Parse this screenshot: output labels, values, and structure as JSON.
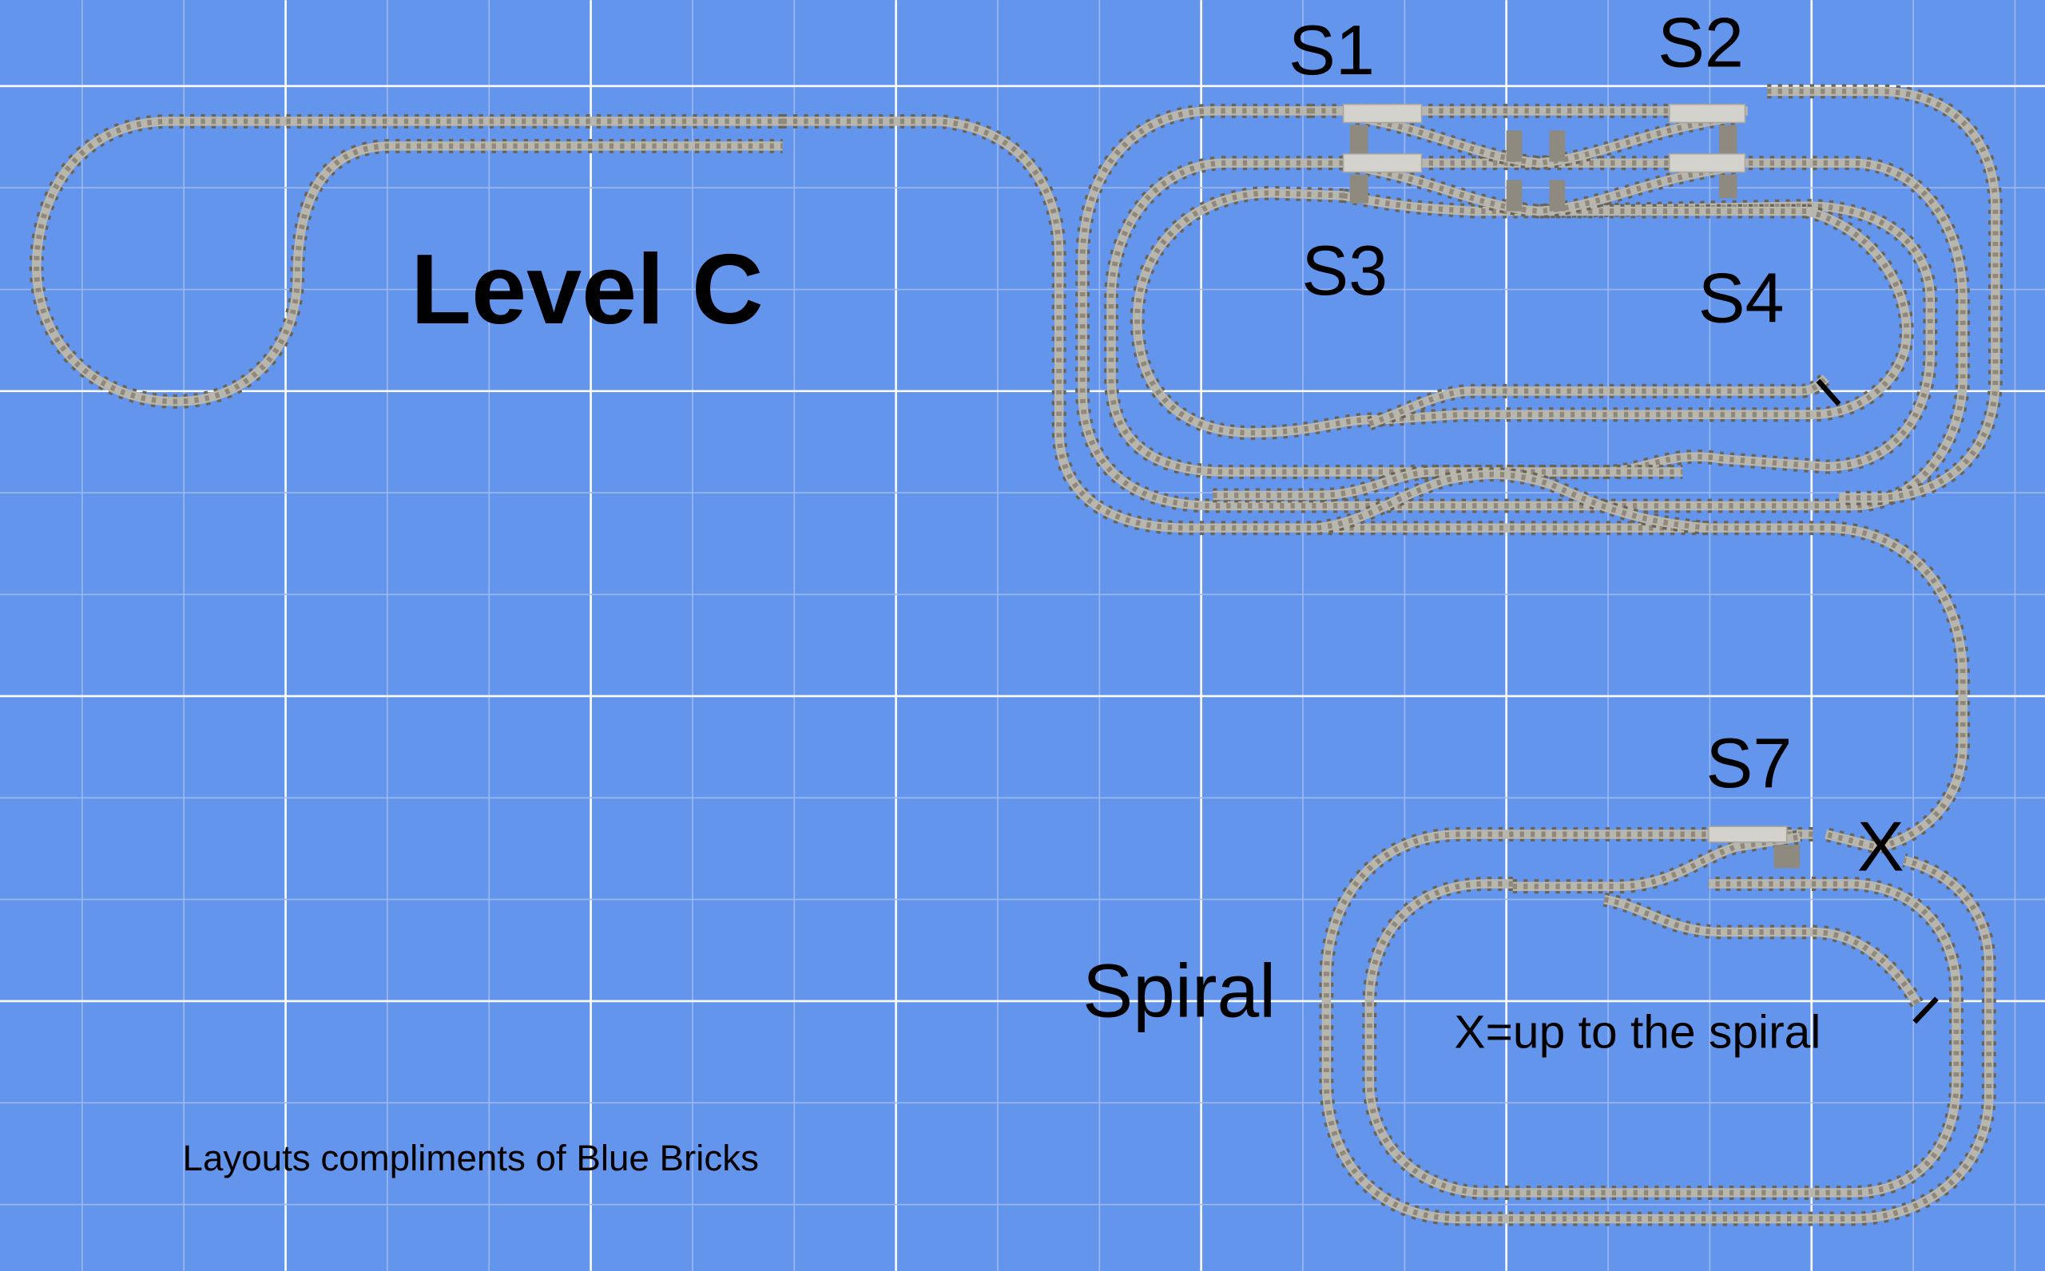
{
  "title": "Level C",
  "credit": "Layouts compliments of Blue Bricks",
  "labels": {
    "s1": "S1",
    "s2": "S2",
    "s3": "S3",
    "s4": "S4",
    "s7": "S7",
    "x_marker": "X",
    "spiral": "Spiral",
    "x_note": "X=up to the spiral"
  },
  "colors": {
    "background": "#6495ED",
    "grid_minor": "#9db8f2",
    "grid_major": "#ffffff",
    "ties": "#6a6456",
    "rails": "#b9b6ad",
    "text": "#000000"
  }
}
